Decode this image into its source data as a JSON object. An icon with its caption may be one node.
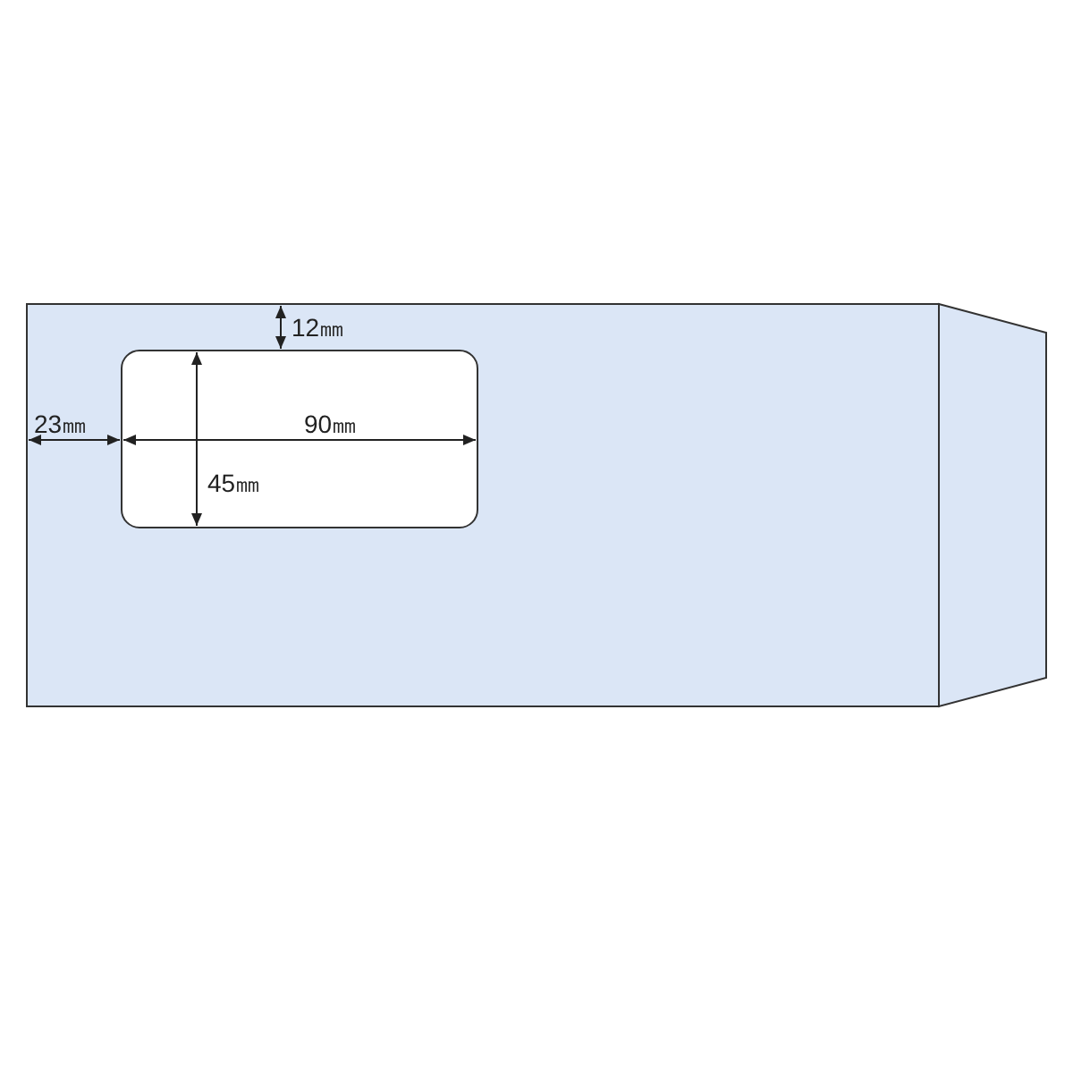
{
  "diagram": {
    "labels": [
      "12㎜",
      "23㎜",
      "90㎜",
      "45㎜"
    ]
  }
}
